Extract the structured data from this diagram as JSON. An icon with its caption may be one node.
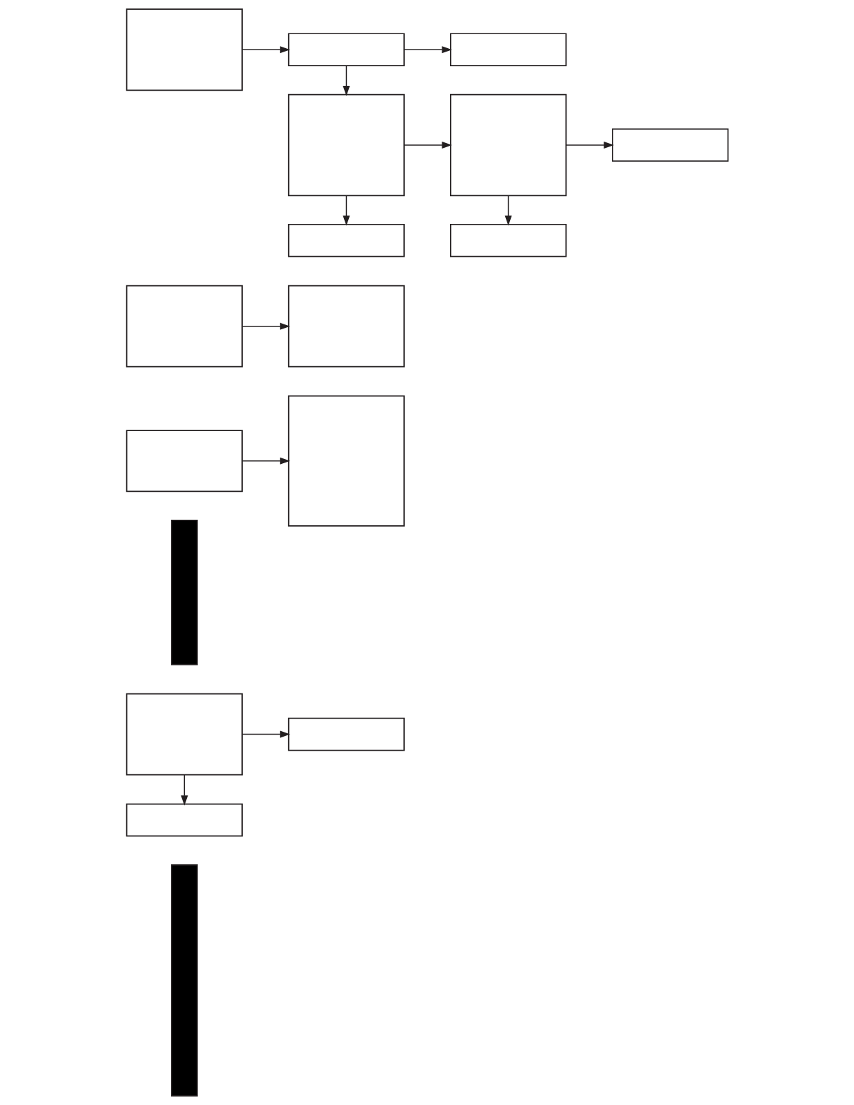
{
  "diagram": {
    "nodes": [
      {
        "text": [],
        "shape": "bar"
      },
      {
        "text": [],
        "shape": "box"
      },
      {
        "text": [],
        "shape": "box"
      },
      {
        "text": [],
        "shape": "box"
      },
      {
        "text": [],
        "shape": "bar"
      },
      {
        "text": [],
        "shape": "box"
      },
      {
        "text": [],
        "shape": "box"
      },
      {
        "text": [],
        "shape": "box"
      },
      {
        "text": [],
        "shape": "box"
      },
      {
        "text": [],
        "shape": "box"
      },
      {
        "text": [],
        "shape": "box"
      },
      {
        "text": [],
        "shape": "box"
      },
      {
        "text": [],
        "shape": "box"
      },
      {
        "text": [],
        "shape": "box"
      },
      {
        "text": [],
        "shape": "box"
      },
      {
        "text": [],
        "shape": "box"
      },
      {
        "text": [],
        "shape": "box"
      }
    ],
    "edges": [
      {
        "from": 1,
        "to": 2,
        "arrow": "to"
      },
      {
        "from": 1,
        "to": 3,
        "arrow": "to"
      },
      {
        "from": 5,
        "to": 6,
        "arrow": "to"
      },
      {
        "from": 7,
        "to": 8,
        "arrow": "to"
      },
      {
        "from": 9,
        "to": 10,
        "arrow": "to"
      },
      {
        "from": 10,
        "to": 11,
        "arrow": "to"
      },
      {
        "from": 10,
        "to": 12,
        "arrow": "to"
      },
      {
        "from": 12,
        "to": 13,
        "arrow": "to"
      },
      {
        "from": 13,
        "to": 14,
        "arrow": "to"
      },
      {
        "from": 12,
        "to": 15,
        "arrow": "to"
      },
      {
        "from": 13,
        "to": 16,
        "arrow": "to"
      }
    ]
  }
}
